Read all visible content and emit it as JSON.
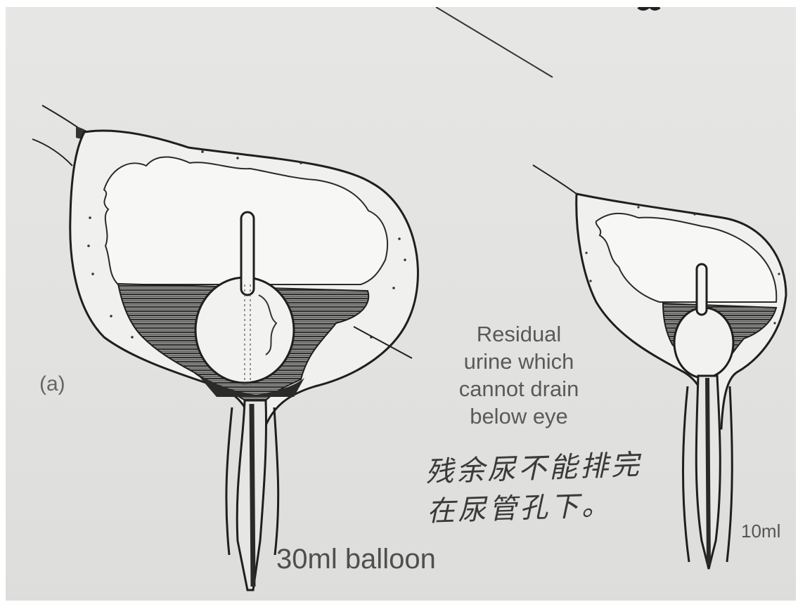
{
  "figure": {
    "part_label": "(a)",
    "callout_lines": [
      "Residual",
      "urine which",
      "cannot drain",
      "below eye"
    ],
    "handwritten_note_lines": [
      "残余尿不能排完",
      "在尿管孔下。"
    ],
    "large_balloon_label": "30ml balloon",
    "small_balloon_label": "10ml"
  }
}
